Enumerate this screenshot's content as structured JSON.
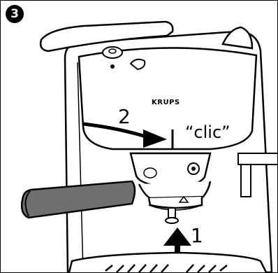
{
  "figure": {
    "step_badge": "3",
    "brand": "KRUPS",
    "step_1": "1",
    "step_2": "2",
    "sound": "“clic”"
  },
  "colors": {
    "handle": "#6f6f6f",
    "outline": "#000000",
    "background": "#ffffff"
  }
}
